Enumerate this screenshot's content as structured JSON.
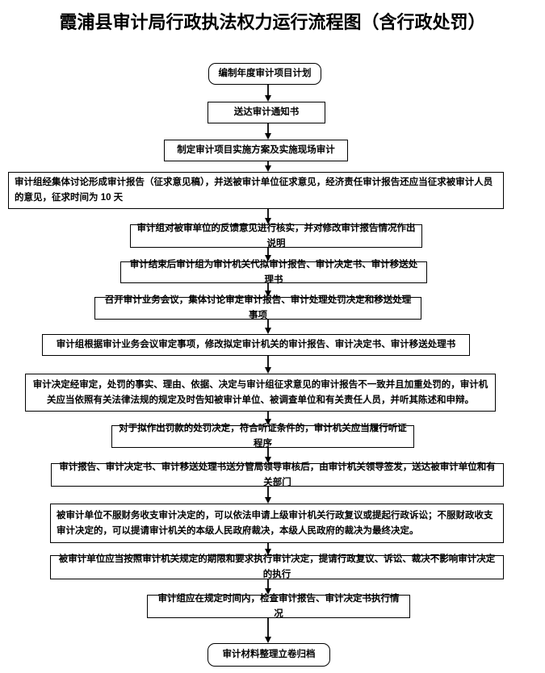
{
  "page": {
    "title": "霞浦县审计局行政执法权力运行流程图（含行政处罚）"
  },
  "colors": {
    "background": "#ffffff",
    "box_border": "#000000",
    "text": "#000000",
    "arrow": "#000000"
  },
  "flow": {
    "direction": "top-down",
    "steps": [
      {
        "id": 1,
        "shape": "rounded",
        "label": "编制年度审计项目计划"
      },
      {
        "id": 2,
        "shape": "rectangle",
        "label": "送达审计通知书"
      },
      {
        "id": 3,
        "shape": "rectangle",
        "label": "制定审计项目实施方案及实施现场审计"
      },
      {
        "id": 4,
        "shape": "rectangle",
        "label": "审计组经集体讨论形成审计报告（征求意见稿），并送被审计单位征求意见，经济责任审计报告还应当征求被审计人员的意见，征求时间为 10 天"
      },
      {
        "id": 5,
        "shape": "rectangle",
        "label": "审计组对被审单位的反馈意见进行核实，并对修改审计报告情况作出说明"
      },
      {
        "id": 6,
        "shape": "rectangle",
        "label": "审计结束后审计组为审计机关代拟审计报告、审计决定书、审计移送处理书"
      },
      {
        "id": 7,
        "shape": "rectangle",
        "label": "召开审计业务会议，集体讨论审定审计报告、审计处理处罚决定和移送处理事项"
      },
      {
        "id": 8,
        "shape": "rectangle",
        "label": "审计组根据审计业务会议审定事项，修改拟定审计机关的审计报告、审计决定书、审计移送处理书"
      },
      {
        "id": 9,
        "shape": "rectangle",
        "label": "审计决定经审定，处罚的事实、理由、依据、决定与审计组征求意见的审计报告不一致并且加重处罚的，审计机关应当依照有关法律法规的规定及时告知被审计单位、被调查单位和有关责任人员，并听其陈述和申辩。"
      },
      {
        "id": 10,
        "shape": "rectangle",
        "label": "对于拟作出罚款的处罚决定，符合听证条件的，审计机关应当履行听证程序"
      },
      {
        "id": 11,
        "shape": "rectangle",
        "label": "审计报告、审计决定书、审计移送处理书送分管局领导审核后，由审计机关领导签发，送达被审计单位和有关部门"
      },
      {
        "id": 12,
        "shape": "rectangle",
        "label": "被审计单位不服财务收支审计决定的，可以依法申请上级审计机关行政复议或提起行政诉讼；不服财政收支审计决定的，可以提请审计机关的本级人民政府裁决，本级人民政府的裁决为最终决定。"
      },
      {
        "id": 13,
        "shape": "rectangle",
        "label": "被审计单位应当按照审计机关规定的期限和要求执行审计决定，提请行政复议、诉讼、裁决不影响审计决定的执行"
      },
      {
        "id": 14,
        "shape": "rectangle",
        "label": "审计组应在规定时间内，检查审计报告、审计决定书执行情况"
      },
      {
        "id": 15,
        "shape": "rounded",
        "label": "审计材料整理立卷归档"
      }
    ]
  }
}
